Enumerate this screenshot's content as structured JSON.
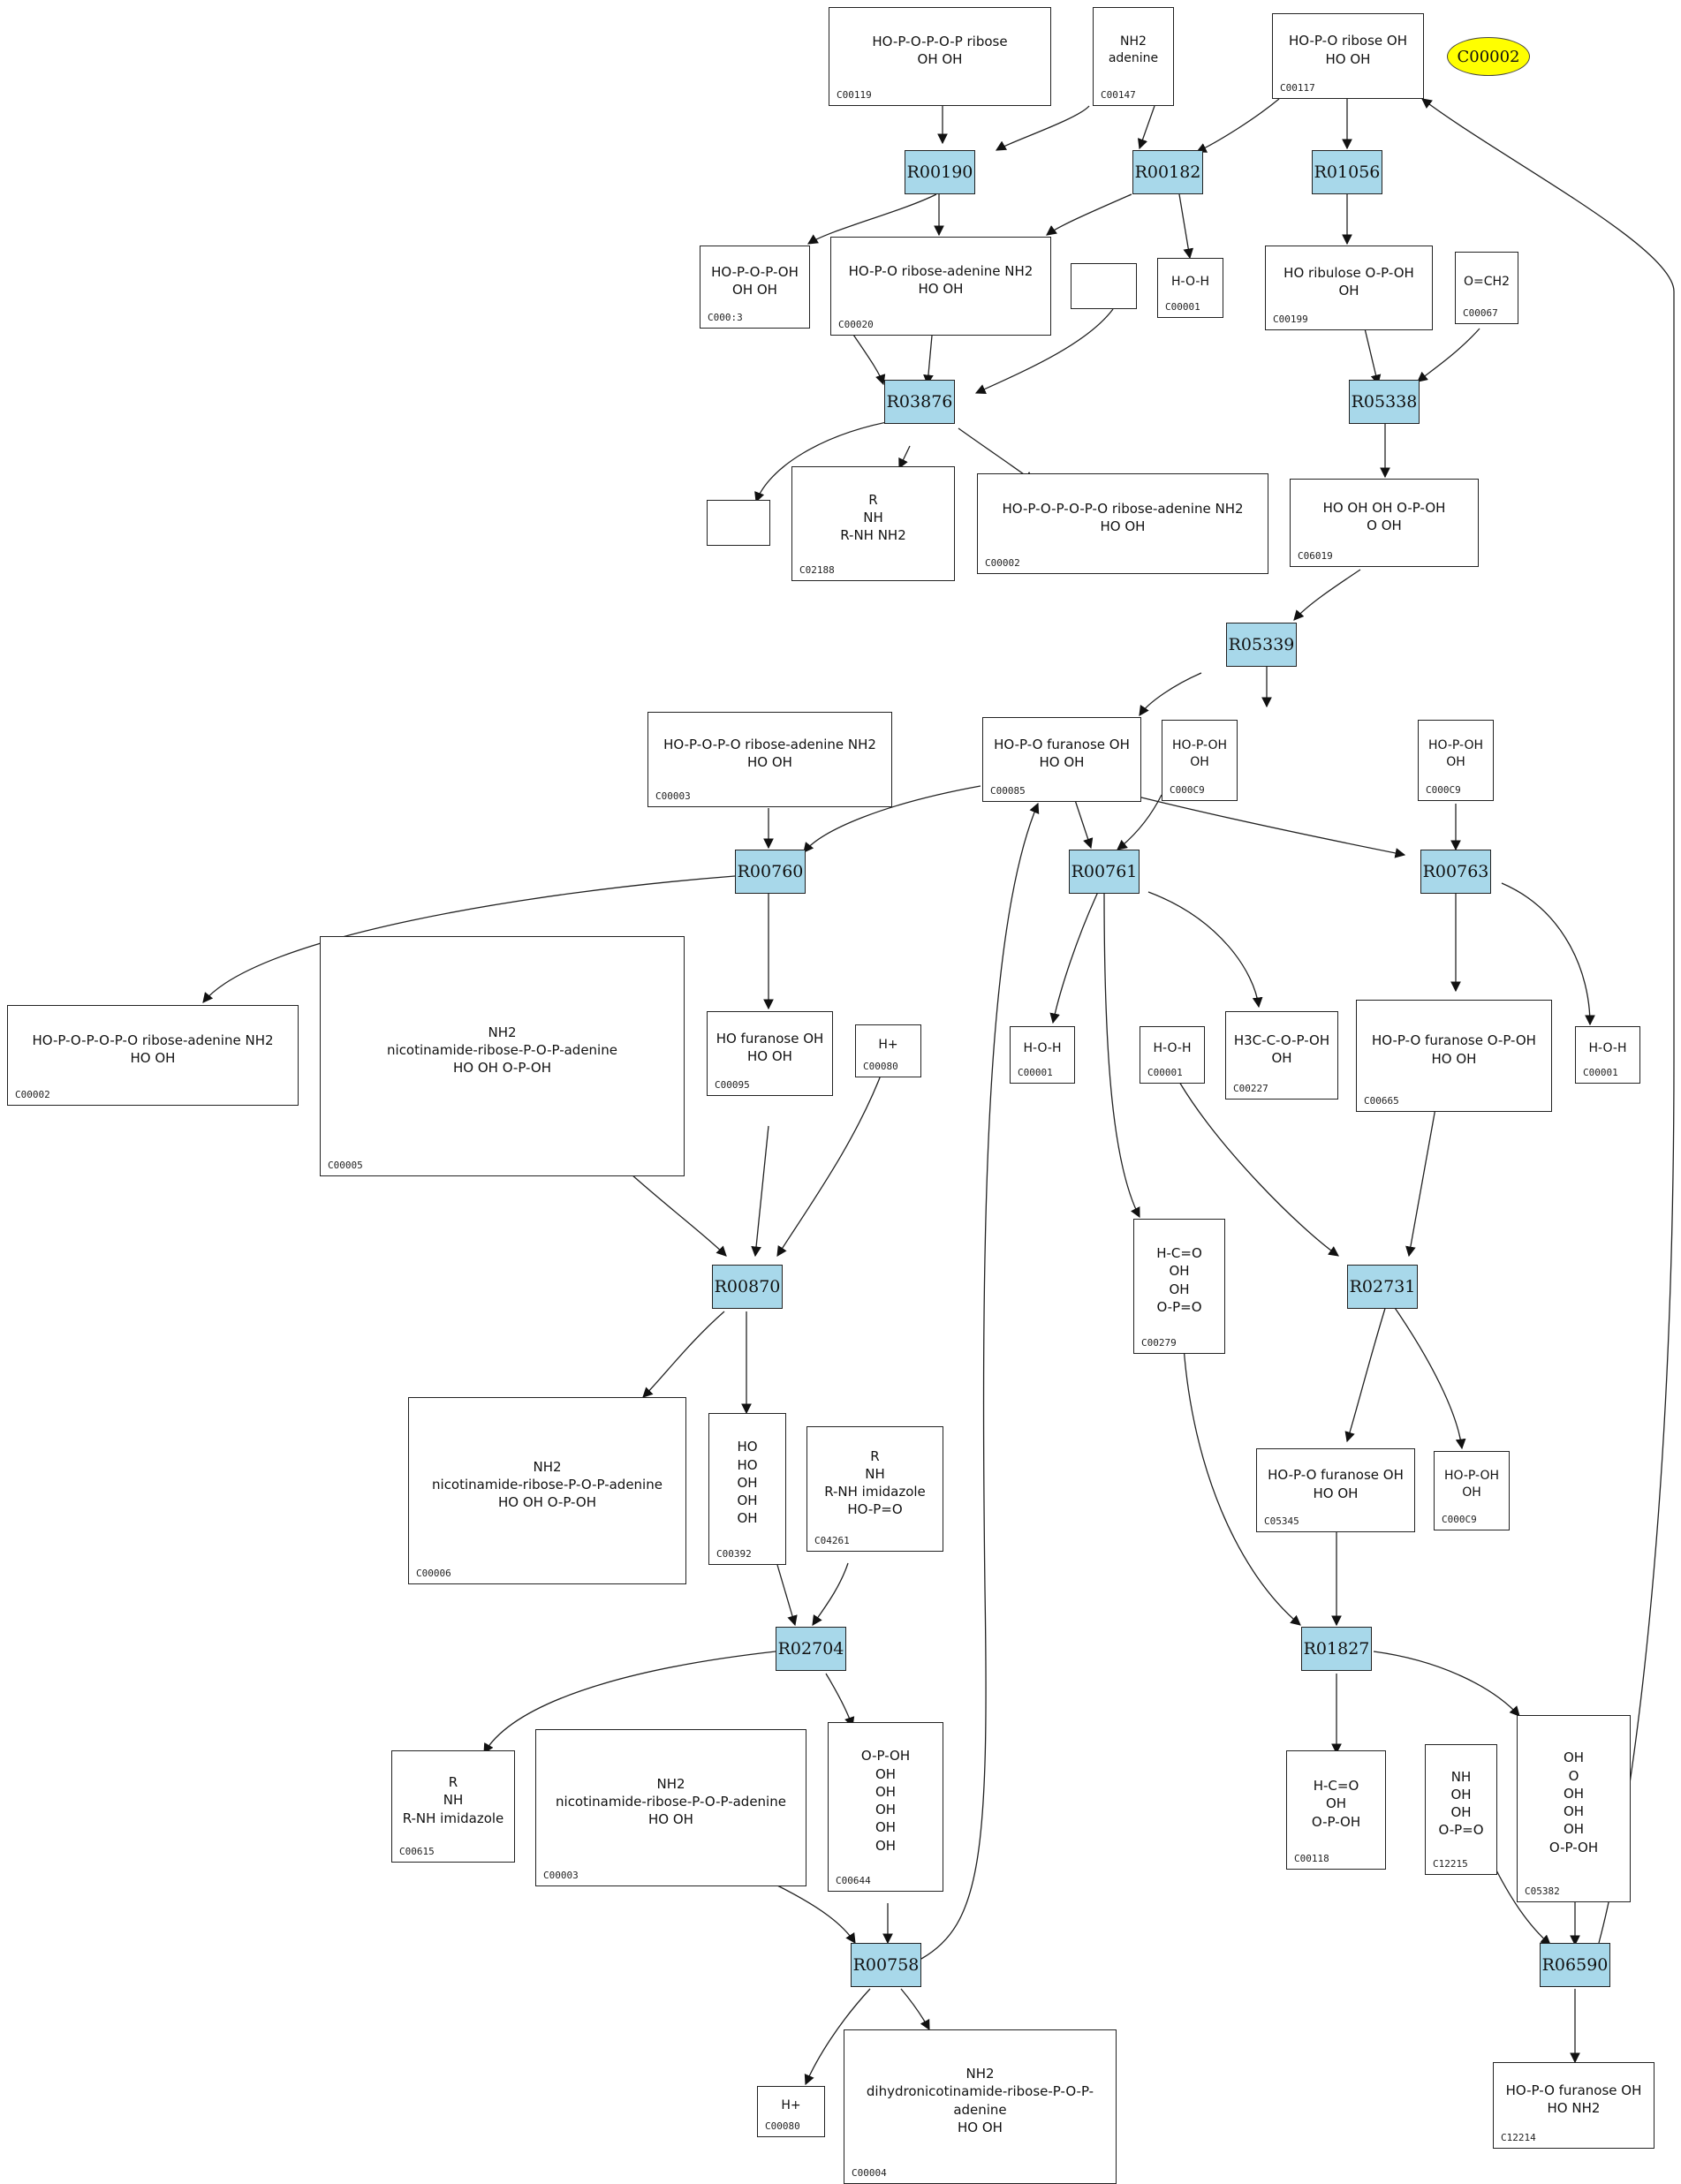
{
  "highlight": {
    "label": "C00002",
    "color": "#ffff00"
  },
  "reaction_color": "#a8d8ea",
  "reactions": [
    {
      "id": "R00190"
    },
    {
      "id": "R00182"
    },
    {
      "id": "R01056"
    },
    {
      "id": "R03876"
    },
    {
      "id": "R05338"
    },
    {
      "id": "R05339"
    },
    {
      "id": "R00760"
    },
    {
      "id": "R00761"
    },
    {
      "id": "R00763"
    },
    {
      "id": "R00870"
    },
    {
      "id": "R02731"
    },
    {
      "id": "R02704"
    },
    {
      "id": "R01827"
    },
    {
      "id": "R00758"
    },
    {
      "id": "R06590"
    }
  ],
  "compounds": [
    {
      "id": "C00119",
      "structure": "HO-P-O-P-O-P ribose\nOH OH"
    },
    {
      "id": "C00147",
      "structure": "NH2\nadenine"
    },
    {
      "id": "C00117",
      "structure": "HO-P-O ribose OH\nHO OH"
    },
    {
      "id": "C00013",
      "label": "C000:3",
      "structure": "HO-P-O-P-OH\nOH OH"
    },
    {
      "id": "C00020",
      "structure": "HO-P-O ribose-adenine NH2\nHO OH"
    },
    {
      "id": "C00001",
      "structure": "H-O-H"
    },
    {
      "id": "C00199",
      "structure": "HO ribulose O-P-OH\nOH"
    },
    {
      "id": "C00067",
      "structure": "O=CH2"
    },
    {
      "id": "C02188",
      "structure": "R\nNH\nR-NH  NH2"
    },
    {
      "id": "C00002",
      "structure": "HO-P-O-P-O-P-O ribose-adenine NH2\nHO OH"
    },
    {
      "id": "C06019",
      "structure": "HO OH OH O-P-OH\nO OH"
    },
    {
      "id": "C00003",
      "structure": "HO-P-O-P-O ribose-adenine NH2\nHO OH"
    },
    {
      "id": "C00085",
      "structure": "HO-P-O furanose OH\nHO OH"
    },
    {
      "id": "C00009",
      "label": "C000C9",
      "structure": "HO-P-OH\nOH"
    },
    {
      "id": "C00002",
      "structure": "HO-P-O-P-O-P-O ribose-adenine NH2\nHO OH"
    },
    {
      "id": "C00005",
      "structure": "NH2\nnicotinamide-ribose-P-O-P-adenine\nHO OH   O-P-OH"
    },
    {
      "id": "C00095",
      "structure": "HO furanose OH\nHO OH"
    },
    {
      "id": "C00080",
      "structure": "H+"
    },
    {
      "id": "C00001",
      "structure": "H-O-H"
    },
    {
      "id": "C00001",
      "structure": "H-O-H"
    },
    {
      "id": "C00227",
      "structure": "H3C-C-O-P-OH\nOH"
    },
    {
      "id": "C00665",
      "structure": "HO-P-O furanose O-P-OH\nHO OH"
    },
    {
      "id": "C00001",
      "structure": "H-O-H"
    },
    {
      "id": "C00279",
      "structure": "H-C=O\nOH\nOH\nO-P=O"
    },
    {
      "id": "C00006",
      "structure": "NH2\nnicotinamide-ribose-P-O-P-adenine\nHO OH   O-P-OH"
    },
    {
      "id": "C00392",
      "structure": "HO\nHO\nOH\nOH\nOH"
    },
    {
      "id": "C04261",
      "structure": "R\nNH\nR-NH imidazole\nHO-P=O"
    },
    {
      "id": "C05345",
      "structure": "HO-P-O furanose OH\nHO OH"
    },
    {
      "id": "C00009",
      "label": "C000C9",
      "structure": "HO-P-OH\nOH"
    },
    {
      "id": "C00615",
      "structure": "R\nNH\nR-NH imidazole"
    },
    {
      "id": "C00003",
      "structure": "NH2\nnicotinamide-ribose-P-O-P-adenine\nHO OH"
    },
    {
      "id": "C00644",
      "structure": "O-P-OH\nOH\nOH\nOH\nOH\nOH"
    },
    {
      "id": "C00118",
      "structure": "H-C=O\nOH\nO-P-OH"
    },
    {
      "id": "C12215",
      "structure": "NH\nOH\nOH\nO-P=O"
    },
    {
      "id": "C05382",
      "structure": "OH\nO\nOH\nOH\nOH\nO-P-OH"
    },
    {
      "id": "C00080",
      "structure": "H+"
    },
    {
      "id": "C00004",
      "structure": "NH2\ndihydronicotinamide-ribose-P-O-P-adenine\nHO OH"
    },
    {
      "id": "C12214",
      "structure": "HO-P-O furanose OH\nHO NH2"
    },
    {
      "id": "blank-1",
      "label": "",
      "structure": ""
    },
    {
      "id": "blank-2",
      "label": "",
      "structure": ""
    }
  ]
}
